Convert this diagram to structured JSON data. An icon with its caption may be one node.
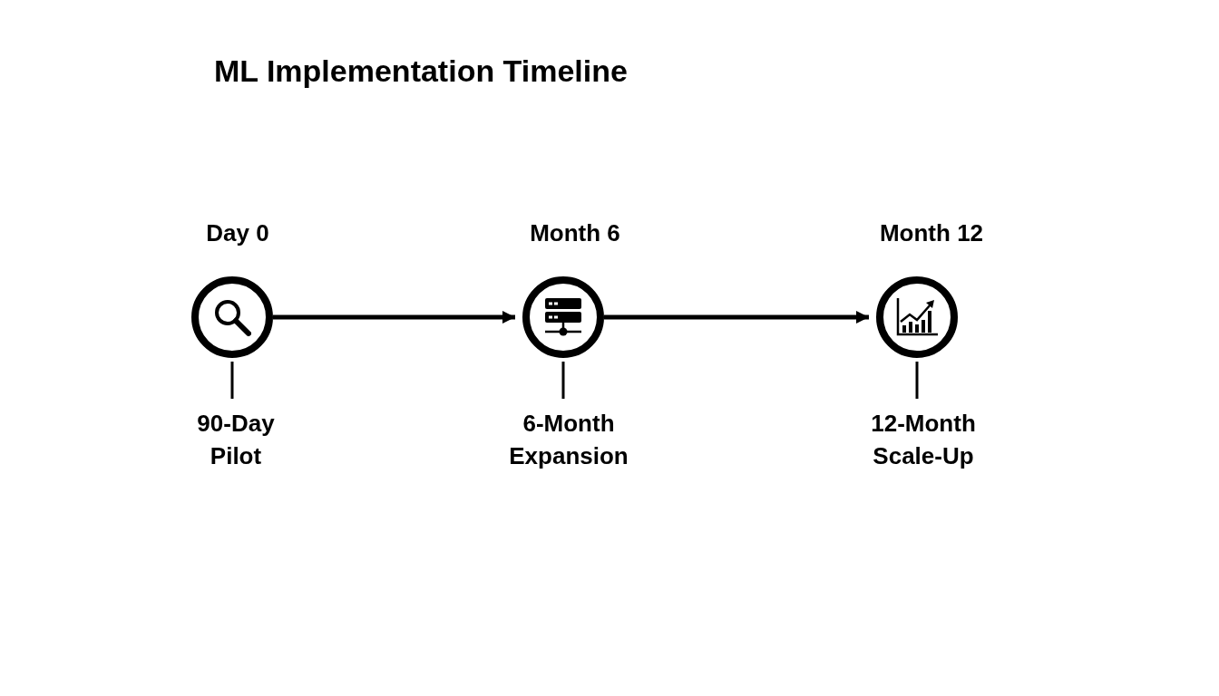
{
  "diagram": {
    "title": "ML Implementation Timeline",
    "nodes": [
      {
        "text": [],
        "shape": "circle",
        "beside": [
          "Day 0"
        ]
      },
      {
        "text": [],
        "shape": "circle",
        "beside": [
          "Month 6"
        ]
      },
      {
        "text": [],
        "shape": "circle",
        "beside": [
          "Month 12"
        ]
      },
      {
        "text": [
          "90-Day Pilot"
        ]
      },
      {
        "text": [
          "6-Month Expansion"
        ]
      },
      {
        "text": [
          "12-Month Scale-Up"
        ]
      }
    ],
    "edges": [
      {
        "from": 0,
        "to": 1,
        "arrow": "to"
      },
      {
        "from": 1,
        "to": 2,
        "arrow": "to"
      },
      {
        "from": 0,
        "to": 3,
        "arrow": "none"
      },
      {
        "from": 1,
        "to": 4,
        "arrow": "none"
      },
      {
        "from": 2,
        "to": 5,
        "arrow": "none"
      }
    ]
  }
}
